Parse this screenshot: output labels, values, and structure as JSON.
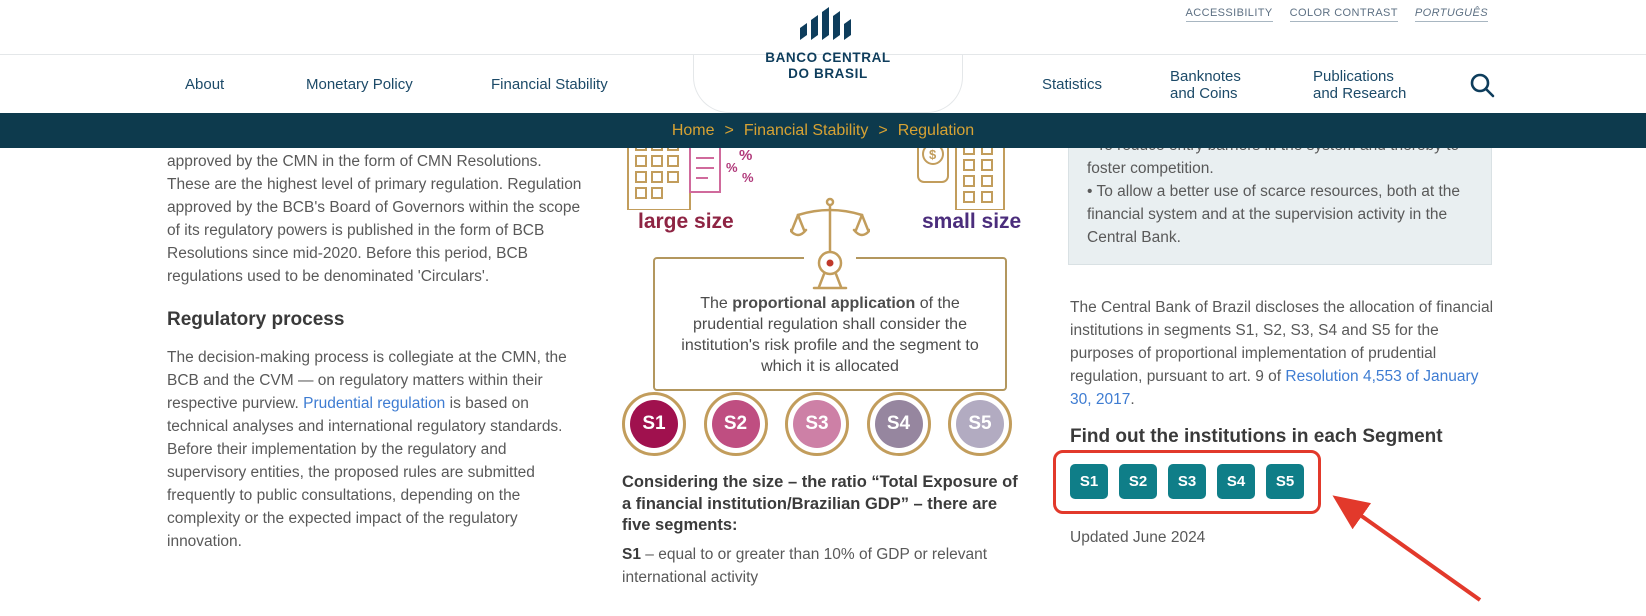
{
  "topbar": {
    "links": [
      "ACCESSIBILITY",
      "COLOR CONTRAST",
      "PORTUGUÊS"
    ]
  },
  "logo": {
    "title_line1": "BANCO CENTRAL",
    "title_line2": "DO BRASIL"
  },
  "nav": {
    "about": "About",
    "monetary_policy": "Monetary Policy",
    "financial_stability": "Financial Stability",
    "statistics": "Statistics",
    "banknotes_line1": "Banknotes",
    "banknotes_line2": "and Coins",
    "publications_line1": "Publications",
    "publications_line2": "and Research"
  },
  "breadcrumb": {
    "home": "Home",
    "financial_stability": "Financial Stability",
    "regulation": "Regulation",
    "separator": ">"
  },
  "left": {
    "para1": "approved by the CMN in the form of CMN Resolutions. These are the highest level of primary regulation. Regulation approved by the BCB's Board of Governors within the scope of its regulatory powers is published in the form of BCB Resolutions since mid-2020. Before this period, BCB regulations used to be denominated 'Circulars'.",
    "heading": "Regulatory process",
    "para2_before": "The decision-making process is collegiate at the CMN, the BCB and the CVM — on regulatory matters within their respective purview. ",
    "para2_link": "Prudential regulation",
    "para2_after": " is based on technical analyses and international regulatory standards. Before their implementation by the regulatory and supervisory entities, the proposed rules are submitted frequently to public consultations, depending on the complexity or the expected impact of the regulatory innovation."
  },
  "infographic": {
    "large_label": "large size",
    "small_label": "small size",
    "box_before": "The ",
    "box_bold": "proportional application",
    "box_after": " of the prudential regulation shall consider the institution's risk profile and the segment to which it is allocated",
    "segments": [
      {
        "label": "S1",
        "color": "#a0114e"
      },
      {
        "label": "S2",
        "color": "#bf4e81"
      },
      {
        "label": "S3",
        "color": "#cd80a6"
      },
      {
        "label": "S4",
        "color": "#96869f"
      },
      {
        "label": "S5",
        "color": "#b2abc1"
      }
    ],
    "caption": "Considering the size – the ratio “Total Exposure of a financial institution/Brazilian GDP” – there are five segments:",
    "s1_def_bold": "S1",
    "s1_def_text": " – equal to or greater than 10% of GDP or relevant international activity"
  },
  "right": {
    "gray_box": [
      "• To reduce entry barriers in the system and thereby to foster competition.",
      "• To allow a better use of scarce resources, both at the financial system and at the supervision activity in the Central Bank."
    ],
    "para_before": "The Central Bank of Brazil discloses the allocation of financial institutions in segments S1, S2, S3, S4 and S5 for the purposes of proportional implementation of prudential regulation, pursuant to art. 9 of ",
    "para_link": "Resolution 4,553 of January 30, 2017",
    "para_after": ".",
    "heading": "Find out the institutions in each Segment",
    "buttons": [
      "S1",
      "S2",
      "S3",
      "S4",
      "S5"
    ],
    "updated": "Updated June 2024"
  },
  "colors": {
    "breadcrumb_bg": "#0d3a4d",
    "breadcrumb_text": "#d7a233",
    "nav_text": "#1c4a68",
    "logo_navy": "#0e3d5c",
    "gold_outline": "#c29d5c",
    "large_label": "#8e2443",
    "small_label": "#4b2d7c",
    "segment_s1": "#a0114e",
    "segment_s2": "#bf4e81",
    "segment_s3": "#cd80a6",
    "segment_s4": "#96869f",
    "segment_s5": "#b2abc1",
    "teal_button": "#0f7e88",
    "link_blue": "#3e7cd2",
    "annotation_red": "#e2392b",
    "body_text": "#595959",
    "gray_box_bg": "#e9eff1"
  }
}
